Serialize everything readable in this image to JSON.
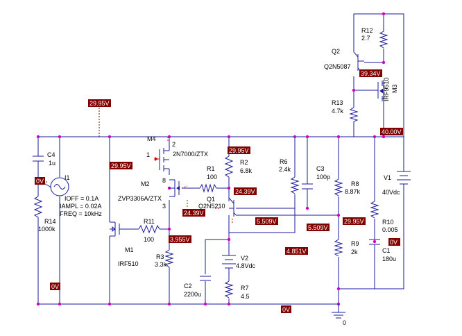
{
  "components": {
    "C4": {
      "ref": "C4",
      "value": "1u"
    },
    "I1": {
      "ref": "I1",
      "ioff": "IOFF = 0.1A",
      "iampl": "IAMPL = 0.02A",
      "freq": "FREQ = 10kHz"
    },
    "R14": {
      "ref": "R14",
      "value": "1000k"
    },
    "M1": {
      "ref": "M1",
      "value": "IRF510"
    },
    "R11": {
      "ref": "R11",
      "value": "100"
    },
    "R3": {
      "ref": "R3",
      "value": "3.3k"
    },
    "M4": {
      "ref": "M4",
      "value": "2N7000/ZTX"
    },
    "M2": {
      "ref": "M2",
      "value": "ZVP3306A/ZTX"
    },
    "R1": {
      "ref": "R1",
      "value": "100"
    },
    "Q1": {
      "ref": "Q1",
      "value": "Q2N5210"
    },
    "R2": {
      "ref": "R2",
      "value": "6.8k"
    },
    "R6": {
      "ref": "R6",
      "value": "2.4k"
    },
    "C3": {
      "ref": "C3",
      "value": "100p"
    },
    "R8": {
      "ref": "R8",
      "value": "8.87k"
    },
    "R9": {
      "ref": "R9",
      "value": "2k"
    },
    "R10": {
      "ref": "R10",
      "value": "0.005"
    },
    "C1": {
      "ref": "C1",
      "value": "180u"
    },
    "V1": {
      "ref": "V1",
      "value": "40Vdc"
    },
    "V2": {
      "ref": "V2",
      "value": "4.8Vdc"
    },
    "R7": {
      "ref": "R7",
      "value": "4.5"
    },
    "C2": {
      "ref": "C2",
      "value": "2200u"
    },
    "Q2": {
      "ref": "Q2",
      "value": "Q2N5087"
    },
    "R12": {
      "ref": "R12",
      "value": "2.7"
    },
    "R13": {
      "ref": "R13",
      "value": "4.7k"
    },
    "M3": {
      "ref": "M3",
      "value": "IRF9510"
    }
  },
  "pins": {
    "m4_gate": "1",
    "m4_src": "2",
    "m2_pin_a": "8",
    "m2_pin_b": "3"
  },
  "ground": {
    "label": "0"
  },
  "voltages": {
    "top_probe": "29.95V",
    "left_rail": "29.95V",
    "r2_top": "29.95V",
    "q1_base": "24.39V",
    "m2_node": "24.39V",
    "r3_top": "3.955V",
    "q1_emitter": "5.509V",
    "c3_node": "5.509V",
    "r6_bottom": "4.851V",
    "r8_r9_mid": "29.95V",
    "c1_top": "0V",
    "q2_collector": "39.34V",
    "v1_top": "40.00V",
    "left_bottom": "0V",
    "bottom_rail": "0V"
  },
  "colors": {
    "wire": "#1a1a9c",
    "node": "#cc00cc",
    "probe": "#800000",
    "tag_bg": "#800000",
    "tag_text": "#ffffff"
  }
}
